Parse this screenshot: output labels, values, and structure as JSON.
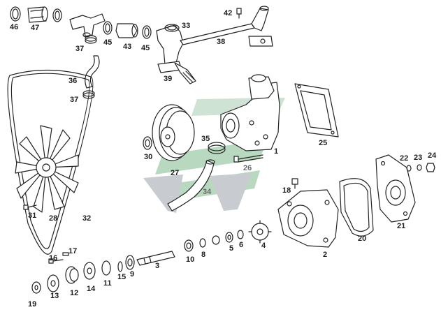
{
  "diagram": {
    "watermark_colors": {
      "green": "#b8d8c0",
      "grey": "#c8ccd0"
    },
    "parts": [
      {
        "id": "p1",
        "number": "1",
        "name": "water-pump-assembly"
      },
      {
        "id": "p2",
        "number": "2",
        "name": "pump-housing"
      },
      {
        "id": "p3",
        "number": "3",
        "name": "pump-shaft"
      },
      {
        "id": "p4",
        "number": "4",
        "name": "impeller"
      },
      {
        "id": "p5",
        "number": "5",
        "name": "seal"
      },
      {
        "id": "p6",
        "number": "6",
        "name": "ring"
      },
      {
        "id": "p8",
        "number": "8",
        "name": "washer"
      },
      {
        "id": "p9",
        "number": "9",
        "name": "bearing"
      },
      {
        "id": "p10",
        "number": "10",
        "name": "bearing"
      },
      {
        "id": "p11",
        "number": "11",
        "name": "circlip"
      },
      {
        "id": "p12",
        "number": "12",
        "name": "hub"
      },
      {
        "id": "p13",
        "number": "13",
        "name": "flange"
      },
      {
        "id": "p14",
        "number": "14",
        "name": "cover"
      },
      {
        "id": "p15",
        "number": "15",
        "name": "snap-ring"
      },
      {
        "id": "p16",
        "number": "16",
        "name": "bolt"
      },
      {
        "id": "p17",
        "number": "17",
        "name": "key"
      },
      {
        "id": "p18",
        "number": "18",
        "name": "plug"
      },
      {
        "id": "p19",
        "number": "19",
        "name": "nut"
      },
      {
        "id": "p20",
        "number": "20",
        "name": "gasket"
      },
      {
        "id": "p21",
        "number": "21",
        "name": "back-plate"
      },
      {
        "id": "p22",
        "number": "22",
        "name": "washer"
      },
      {
        "id": "p23",
        "number": "23",
        "name": "washer"
      },
      {
        "id": "p24",
        "number": "24",
        "name": "nut"
      },
      {
        "id": "p25",
        "number": "25",
        "name": "gasket"
      },
      {
        "id": "p26",
        "number": "26",
        "name": "bolt"
      },
      {
        "id": "p27",
        "number": "27",
        "name": "pulley"
      },
      {
        "id": "p28",
        "number": "28",
        "name": "fan"
      },
      {
        "id": "p30",
        "number": "30",
        "name": "washer"
      },
      {
        "id": "p31",
        "number": "31",
        "name": "bolt"
      },
      {
        "id": "p32",
        "number": "32",
        "name": "v-belt"
      },
      {
        "id": "p33",
        "number": "33",
        "name": "tee-fitting"
      },
      {
        "id": "p34",
        "number": "34",
        "name": "hose"
      },
      {
        "id": "p35",
        "number": "35",
        "name": "clamp"
      },
      {
        "id": "p36",
        "number": "36",
        "name": "hose"
      },
      {
        "id": "p37a",
        "number": "37",
        "name": "clamp"
      },
      {
        "id": "p37b",
        "number": "37",
        "name": "clamp"
      },
      {
        "id": "p38",
        "number": "38",
        "name": "pipe"
      },
      {
        "id": "p39",
        "number": "39",
        "name": "valve"
      },
      {
        "id": "p42",
        "number": "42",
        "name": "sensor"
      },
      {
        "id": "p43",
        "number": "43",
        "name": "connector"
      },
      {
        "id": "p45a",
        "number": "45",
        "name": "clamp"
      },
      {
        "id": "p45b",
        "number": "45",
        "name": "clamp"
      },
      {
        "id": "p46",
        "number": "46",
        "name": "clamp"
      },
      {
        "id": "p47",
        "number": "47",
        "name": "hose"
      }
    ]
  }
}
